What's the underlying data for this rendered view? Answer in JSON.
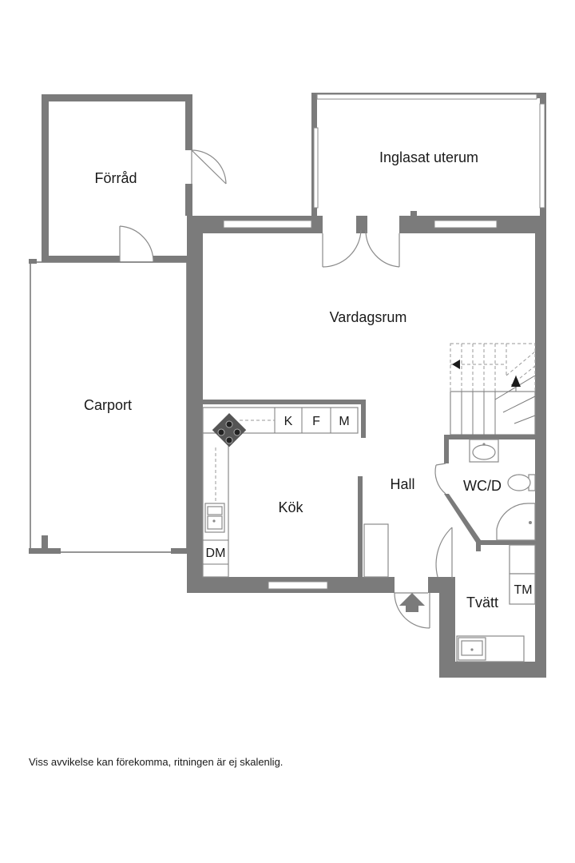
{
  "rooms": {
    "forrad": "Förråd",
    "uterum": "Inglasat uterum",
    "vardagsrum": "Vardagsrum",
    "carport": "Carport",
    "kok": "Kök",
    "hall": "Hall",
    "wc": "WC/D",
    "tvatt": "Tvätt"
  },
  "appliances": {
    "k": "K",
    "f": "F",
    "m": "M",
    "dm": "DM",
    "tm": "TM"
  },
  "disclaimer": "Viss avvikelse kan förekomma, ritningen är ej skalenlig.",
  "colors": {
    "wall": "#7b7b7b",
    "stove": "#555555"
  }
}
